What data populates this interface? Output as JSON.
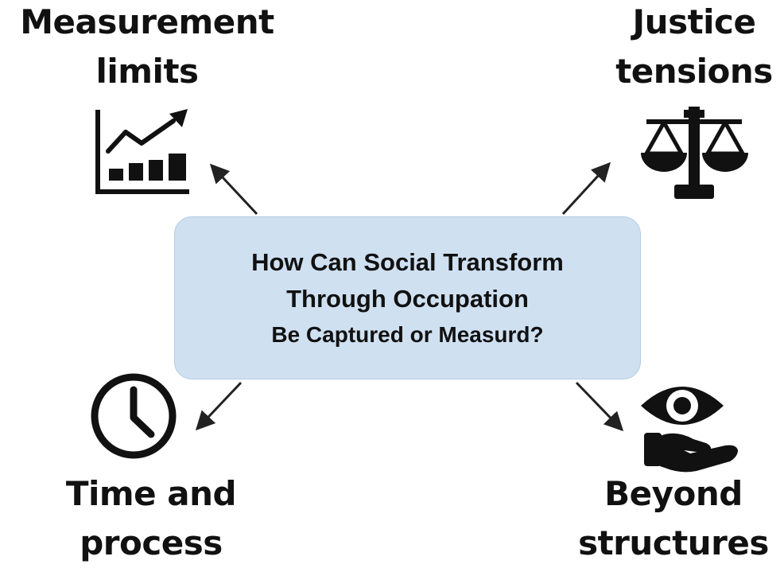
{
  "center": {
    "line1": "How Can Social Transform",
    "line2": "Through Occupation",
    "line3": "Be Captured or Measurd?"
  },
  "nodes": {
    "top_left": {
      "line1": "Measurement",
      "line2": "limits",
      "icon": "chart-growth-icon"
    },
    "top_right": {
      "line1": "Justice",
      "line2": "tensions",
      "icon": "scales-of-justice-icon"
    },
    "bottom_left": {
      "line1": "Time and",
      "line2": "process",
      "icon": "clock-icon"
    },
    "bottom_right": {
      "line1": "Beyond",
      "line2": "structures",
      "icon": "eye-in-hand-icon"
    }
  },
  "colors": {
    "center_fill": "#cfe0f1",
    "ink": "#111111"
  }
}
